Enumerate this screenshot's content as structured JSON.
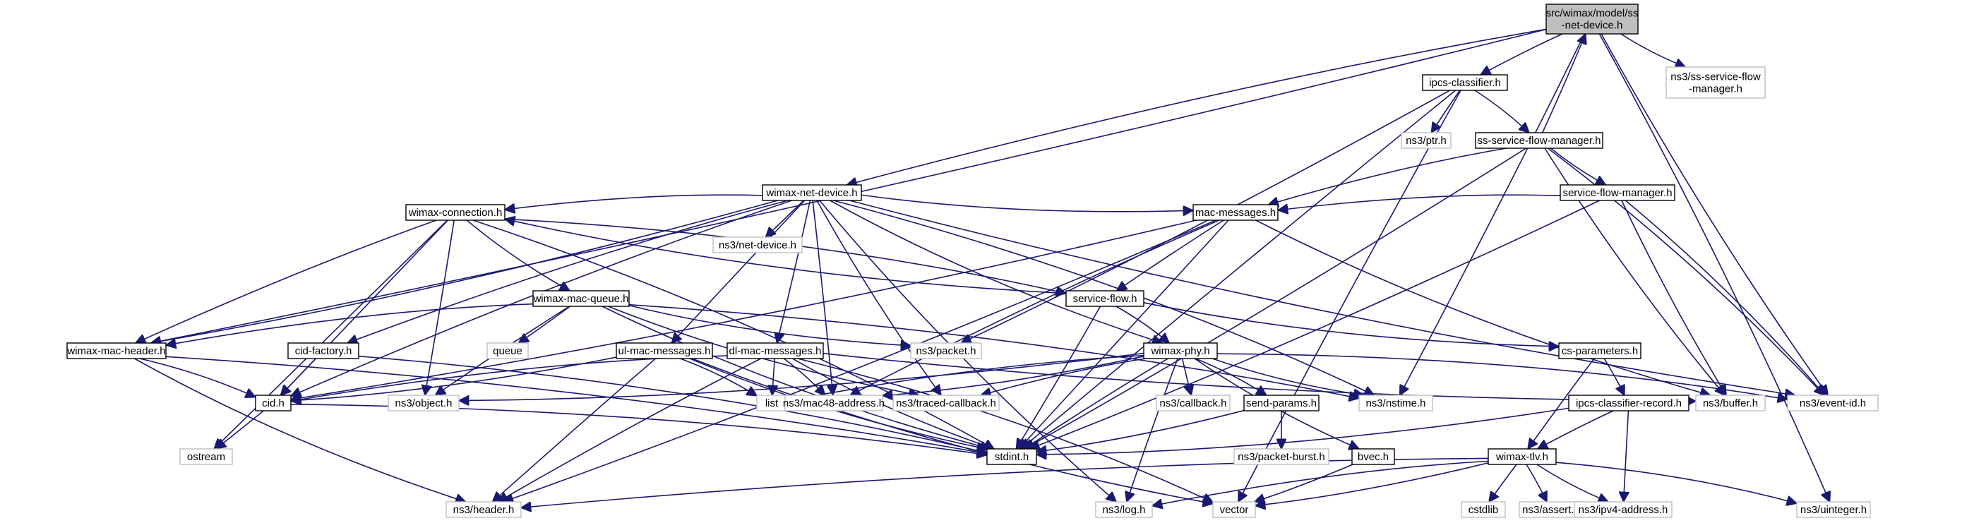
{
  "diagram": {
    "nodes": [
      {
        "id": "root",
        "lines": [
          "src/wimax/model/ss",
          "-net-device.h"
        ],
        "kind": "root"
      },
      {
        "id": "ipcs_classifier",
        "lines": [
          "ipcs-classifier.h"
        ],
        "kind": "internal"
      },
      {
        "id": "ss_flow_mgr_ext",
        "lines": [
          "ns3/ss-service-flow",
          "-manager.h"
        ],
        "kind": "external"
      },
      {
        "id": "ns3_ptr",
        "lines": [
          "ns3/ptr.h"
        ],
        "kind": "external"
      },
      {
        "id": "ss_service_flow_manager",
        "lines": [
          "ss-service-flow-manager.h"
        ],
        "kind": "internal"
      },
      {
        "id": "service_flow_manager",
        "lines": [
          "service-flow-manager.h"
        ],
        "kind": "internal"
      },
      {
        "id": "wimax_net_device",
        "lines": [
          "wimax-net-device.h"
        ],
        "kind": "internal"
      },
      {
        "id": "ns3_net_device",
        "lines": [
          "ns3/net-device.h"
        ],
        "kind": "external"
      },
      {
        "id": "mac_messages",
        "lines": [
          "mac-messages.h"
        ],
        "kind": "internal"
      },
      {
        "id": "wimax_connection",
        "lines": [
          "wimax-connection.h"
        ],
        "kind": "internal"
      },
      {
        "id": "service_flow",
        "lines": [
          "service-flow.h"
        ],
        "kind": "internal"
      },
      {
        "id": "wimax_mac_queue",
        "lines": [
          "wimax-mac-queue.h"
        ],
        "kind": "internal"
      },
      {
        "id": "queue",
        "lines": [
          "queue"
        ],
        "kind": "external"
      },
      {
        "id": "wimax_mac_header",
        "lines": [
          "wimax-mac-header.h"
        ],
        "kind": "internal"
      },
      {
        "id": "cid_factory",
        "lines": [
          "cid-factory.h"
        ],
        "kind": "internal"
      },
      {
        "id": "ul_mac_messages",
        "lines": [
          "ul-mac-messages.h"
        ],
        "kind": "internal"
      },
      {
        "id": "dl_mac_messages",
        "lines": [
          "dl-mac-messages.h"
        ],
        "kind": "internal"
      },
      {
        "id": "ns3_packet",
        "lines": [
          "ns3/packet.h"
        ],
        "kind": "external"
      },
      {
        "id": "wimax_phy",
        "lines": [
          "wimax-phy.h"
        ],
        "kind": "internal"
      },
      {
        "id": "cs_parameters",
        "lines": [
          "cs-parameters.h"
        ],
        "kind": "internal"
      },
      {
        "id": "cid",
        "lines": [
          "cid.h"
        ],
        "kind": "internal"
      },
      {
        "id": "ns3_object",
        "lines": [
          "ns3/object.h"
        ],
        "kind": "external"
      },
      {
        "id": "list",
        "lines": [
          "list"
        ],
        "kind": "external"
      },
      {
        "id": "ns3_mac48",
        "lines": [
          "ns3/mac48-address.h"
        ],
        "kind": "external"
      },
      {
        "id": "ns3_traced_callback",
        "lines": [
          "ns3/traced-callback.h"
        ],
        "kind": "external"
      },
      {
        "id": "ns3_callback",
        "lines": [
          "ns3/callback.h"
        ],
        "kind": "external"
      },
      {
        "id": "send_params",
        "lines": [
          "send-params.h"
        ],
        "kind": "internal"
      },
      {
        "id": "ns3_nstime",
        "lines": [
          "ns3/nstime.h"
        ],
        "kind": "external"
      },
      {
        "id": "ipcs_classifier_record",
        "lines": [
          "ipcs-classifier-record.h"
        ],
        "kind": "internal"
      },
      {
        "id": "ns3_buffer",
        "lines": [
          "ns3/buffer.h"
        ],
        "kind": "external"
      },
      {
        "id": "ns3_event_id",
        "lines": [
          "ns3/event-id.h"
        ],
        "kind": "external"
      },
      {
        "id": "ostream",
        "lines": [
          "ostream"
        ],
        "kind": "external"
      },
      {
        "id": "stdint",
        "lines": [
          "stdint.h"
        ],
        "kind": "internal"
      },
      {
        "id": "ns3_packet_burst",
        "lines": [
          "ns3/packet-burst.h"
        ],
        "kind": "external"
      },
      {
        "id": "bvec",
        "lines": [
          "bvec.h"
        ],
        "kind": "internal"
      },
      {
        "id": "wimax_tlv",
        "lines": [
          "wimax-tlv.h"
        ],
        "kind": "internal"
      },
      {
        "id": "ns3_header",
        "lines": [
          "ns3/header.h"
        ],
        "kind": "external"
      },
      {
        "id": "ns3_log",
        "lines": [
          "ns3/log.h"
        ],
        "kind": "external"
      },
      {
        "id": "vector",
        "lines": [
          "vector"
        ],
        "kind": "external"
      },
      {
        "id": "cstdlib",
        "lines": [
          "cstdlib"
        ],
        "kind": "external"
      },
      {
        "id": "ns3_assert",
        "lines": [
          "ns3/assert.h"
        ],
        "kind": "external"
      },
      {
        "id": "ns3_ipv4_address",
        "lines": [
          "ns3/ipv4-address.h"
        ],
        "kind": "external"
      },
      {
        "id": "ns3_uinteger",
        "lines": [
          "ns3/uinteger.h"
        ],
        "kind": "external"
      }
    ],
    "edges": [
      [
        "root",
        "ipcs_classifier"
      ],
      [
        "root",
        "ss_flow_mgr_ext"
      ],
      [
        "root",
        "wimax_net_device"
      ],
      [
        "root",
        "wimax_mac_header"
      ],
      [
        "root",
        "ns3_nstime"
      ],
      [
        "root",
        "ns3_event_id"
      ],
      [
        "root",
        "ns3_uinteger"
      ],
      [
        "ipcs_classifier",
        "ns3_ptr"
      ],
      [
        "ipcs_classifier",
        "ss_service_flow_manager"
      ],
      [
        "ipcs_classifier",
        "ns3_packet"
      ],
      [
        "ipcs_classifier",
        "stdint"
      ],
      [
        "ipcs_classifier",
        "vector"
      ],
      [
        "ss_service_flow_manager",
        "root"
      ],
      [
        "ss_service_flow_manager",
        "service_flow_manager"
      ],
      [
        "ss_service_flow_manager",
        "mac_messages"
      ],
      [
        "ss_service_flow_manager",
        "ns3_buffer"
      ],
      [
        "ss_service_flow_manager",
        "ns3_event_id"
      ],
      [
        "ss_service_flow_manager",
        "stdint"
      ],
      [
        "service_flow_manager",
        "mac_messages"
      ],
      [
        "service_flow_manager",
        "ns3_buffer"
      ],
      [
        "service_flow_manager",
        "ns3_event_id"
      ],
      [
        "service_flow_manager",
        "stdint"
      ],
      [
        "wimax_net_device",
        "ns3_net_device"
      ],
      [
        "wimax_net_device",
        "mac_messages"
      ],
      [
        "wimax_net_device",
        "wimax_connection"
      ],
      [
        "wimax_net_device",
        "wimax_mac_header"
      ],
      [
        "wimax_net_device",
        "cid_factory"
      ],
      [
        "wimax_net_device",
        "ul_mac_messages"
      ],
      [
        "wimax_net_device",
        "dl_mac_messages"
      ],
      [
        "wimax_net_device",
        "wimax_phy"
      ],
      [
        "wimax_net_device",
        "ns3_mac48"
      ],
      [
        "wimax_net_device",
        "ns3_traced_callback"
      ],
      [
        "wimax_net_device",
        "ns3_nstime"
      ],
      [
        "wimax_net_device",
        "ns3_event_id"
      ],
      [
        "wimax_net_device",
        "cid"
      ],
      [
        "wimax_net_device",
        "ns3_log"
      ],
      [
        "mac_messages",
        "service_flow"
      ],
      [
        "mac_messages",
        "cid"
      ],
      [
        "mac_messages",
        "ns3_mac48"
      ],
      [
        "mac_messages",
        "ns3_buffer"
      ],
      [
        "mac_messages",
        "stdint"
      ],
      [
        "mac_messages",
        "ns3_header"
      ],
      [
        "wimax_connection",
        "service_flow"
      ],
      [
        "wimax_connection",
        "wimax_mac_queue"
      ],
      [
        "wimax_connection",
        "wimax_mac_header"
      ],
      [
        "wimax_connection",
        "cid"
      ],
      [
        "wimax_connection",
        "ns3_object"
      ],
      [
        "wimax_connection",
        "ostream"
      ],
      [
        "wimax_connection",
        "stdint"
      ],
      [
        "service_flow",
        "wimax_connection"
      ],
      [
        "service_flow",
        "wimax_phy"
      ],
      [
        "service_flow",
        "cs_parameters"
      ],
      [
        "service_flow",
        "stdint"
      ],
      [
        "wimax_mac_queue",
        "queue"
      ],
      [
        "wimax_mac_queue",
        "wimax_mac_header"
      ],
      [
        "wimax_mac_queue",
        "ns3_packet"
      ],
      [
        "wimax_mac_queue",
        "ns3_object"
      ],
      [
        "wimax_mac_queue",
        "ns3_traced_callback"
      ],
      [
        "wimax_mac_queue",
        "ns3_nstime"
      ],
      [
        "wimax_mac_queue",
        "stdint"
      ],
      [
        "wimax_mac_header",
        "cid"
      ],
      [
        "wimax_mac_header",
        "ns3_header"
      ],
      [
        "wimax_mac_header",
        "stdint"
      ],
      [
        "cid_factory",
        "cid"
      ],
      [
        "cid_factory",
        "stdint"
      ],
      [
        "ul_mac_messages",
        "cid"
      ],
      [
        "ul_mac_messages",
        "list"
      ],
      [
        "ul_mac_messages",
        "stdint"
      ],
      [
        "ul_mac_messages",
        "ns3_header"
      ],
      [
        "ul_mac_messages",
        "vector"
      ],
      [
        "dl_mac_messages",
        "cid"
      ],
      [
        "dl_mac_messages",
        "list"
      ],
      [
        "dl_mac_messages",
        "ns3_mac48"
      ],
      [
        "dl_mac_messages",
        "stdint"
      ],
      [
        "dl_mac_messages",
        "ns3_header"
      ],
      [
        "dl_mac_messages",
        "ns3_buffer"
      ],
      [
        "dl_mac_messages",
        "vector"
      ],
      [
        "wimax_phy",
        "ns3_object"
      ],
      [
        "wimax_phy",
        "list"
      ],
      [
        "wimax_phy",
        "ns3_mac48"
      ],
      [
        "wimax_phy",
        "ns3_traced_callback"
      ],
      [
        "wimax_phy",
        "ns3_callback"
      ],
      [
        "wimax_phy",
        "send_params"
      ],
      [
        "wimax_phy",
        "ns3_nstime"
      ],
      [
        "wimax_phy",
        "ns3_event_id"
      ],
      [
        "wimax_phy",
        "bvec"
      ],
      [
        "wimax_phy",
        "stdint"
      ],
      [
        "wimax_phy",
        "ns3_log"
      ],
      [
        "cs_parameters",
        "ipcs_classifier_record"
      ],
      [
        "cs_parameters",
        "wimax_tlv"
      ],
      [
        "ipcs_classifier_record",
        "wimax_tlv"
      ],
      [
        "ipcs_classifier_record",
        "stdint"
      ],
      [
        "ipcs_classifier_record",
        "ns3_ipv4_address"
      ],
      [
        "cid",
        "ostream"
      ],
      [
        "cid",
        "stdint"
      ],
      [
        "send_params",
        "stdint"
      ],
      [
        "send_params",
        "ns3_packet_burst"
      ],
      [
        "bvec",
        "vector"
      ],
      [
        "wimax_tlv",
        "ns3_header"
      ],
      [
        "wimax_tlv",
        "vector"
      ],
      [
        "wimax_tlv",
        "ns3_log"
      ],
      [
        "wimax_tlv",
        "cstdlib"
      ],
      [
        "wimax_tlv",
        "ns3_assert"
      ],
      [
        "wimax_tlv",
        "ns3_ipv4_address"
      ],
      [
        "wimax_tlv",
        "ns3_uinteger"
      ]
    ]
  }
}
